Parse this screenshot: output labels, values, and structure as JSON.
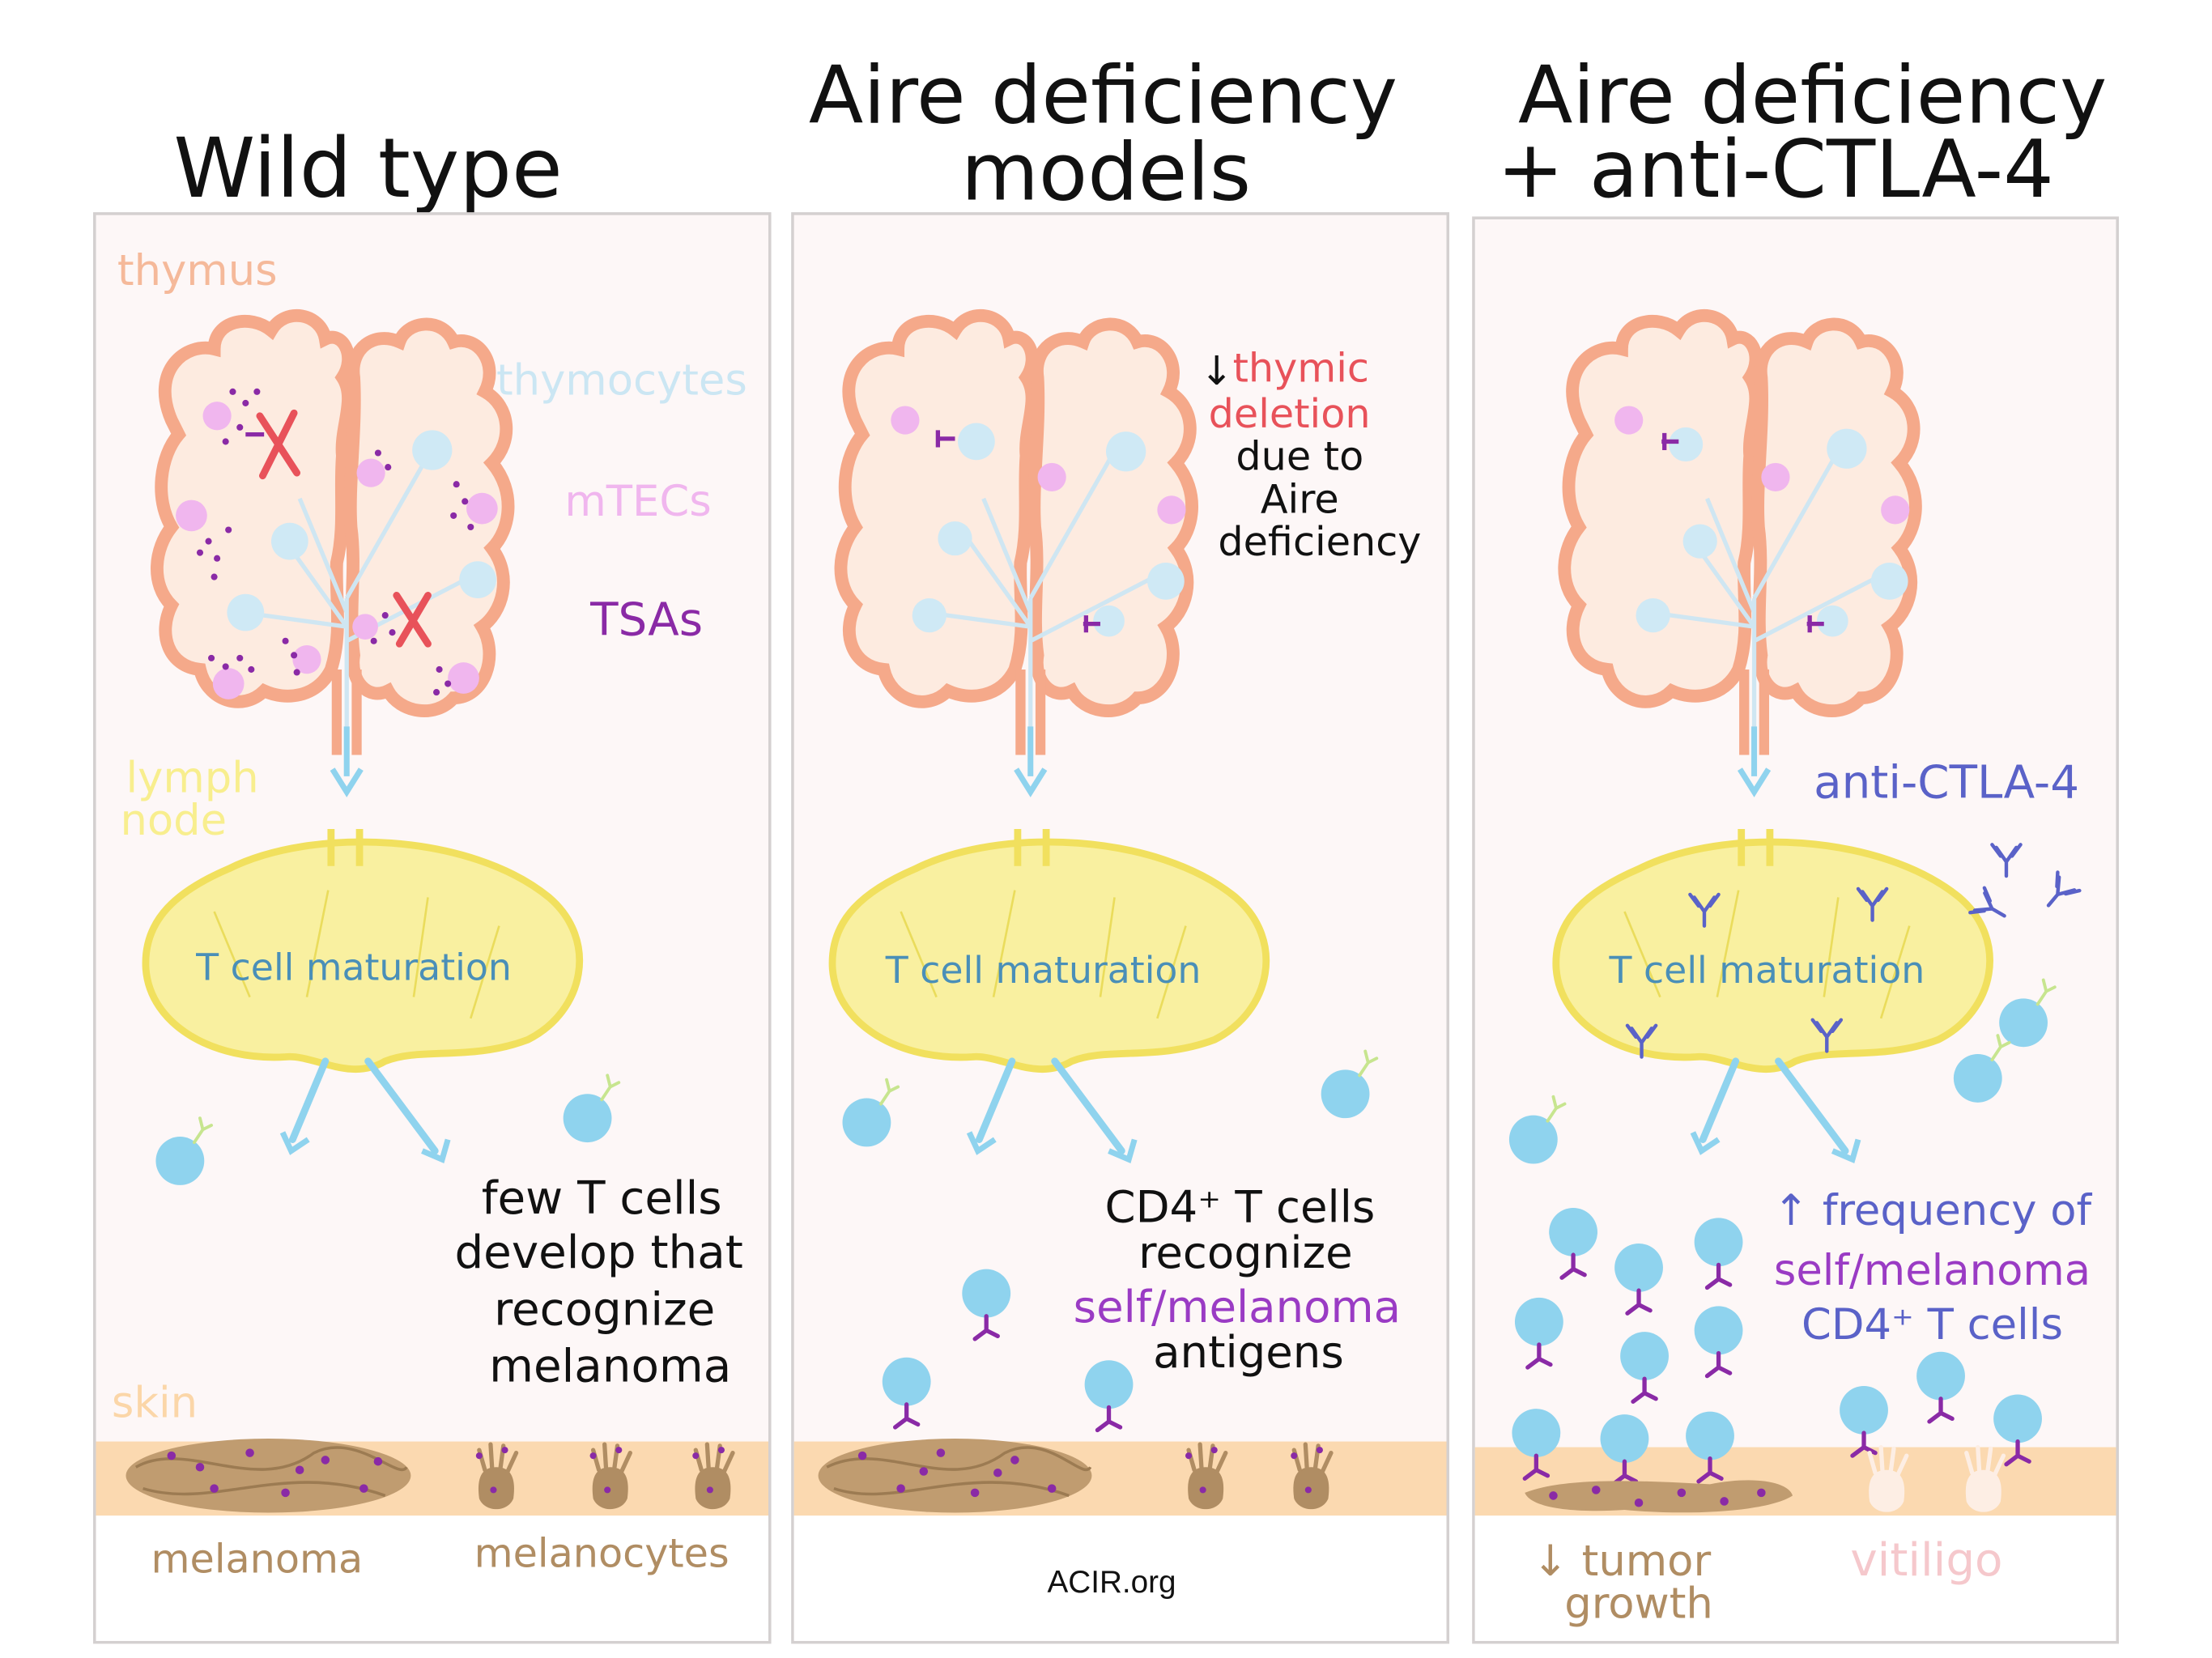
{
  "panels": [
    {
      "title_lines": [
        "Wild type"
      ],
      "labels": {
        "thymus": "thymus",
        "thymocytes": "thymocytes",
        "mtecs": "mTECs",
        "tsas": "TSAs",
        "lymph_node": [
          "lymph",
          "node"
        ],
        "maturation": "T cell maturation",
        "skin": "skin",
        "melanoma": "melanoma",
        "melanocytes": "melanocytes"
      },
      "note_lines": [
        "few T cells",
        "develop that",
        "recognize",
        "melanoma"
      ]
    },
    {
      "title_lines": [
        "Aire deficiency",
        "models"
      ],
      "labels": {
        "maturation": "T cell maturation",
        "thymic_arrow": "↓",
        "thymic_line1": "thymic",
        "thymic_line2": "deletion",
        "due_lines": [
          "due to",
          "Aire",
          "deficiency"
        ]
      },
      "note_lines": [
        "CD4⁺ T cells",
        "recognize",
        "self/melanoma",
        "antigens"
      ]
    },
    {
      "title_lines": [
        "Aire deficiency",
        "+ anti-CTLA-4"
      ],
      "labels": {
        "maturation": "T cell maturation",
        "anti_ctla4": "anti-CTLA-4",
        "tumor_growth": [
          "↓ tumor",
          "growth"
        ],
        "vitiligo": "vitiligo"
      },
      "note_lines": [
        "↑ frequency of",
        "self/melanoma",
        "CD4⁺ T cells"
      ]
    }
  ],
  "source": "ACIR.org",
  "colors": {
    "thymus": "#f5a98a",
    "thymus_fill": "#fdebe0",
    "thymocyte": "#8fd3ee",
    "mtec": "#f0b6ee",
    "tsa": "#8a2aa6",
    "lymph": "#f8ee8e",
    "lymph_stroke": "#f1e05e",
    "maturation_text": "#4a8fb8",
    "skin": "#fbd9b0",
    "melanoma": "#b08d63",
    "deletion_red": "#e8525a",
    "anti_ctla4": "#5a62c8",
    "vitiligo": "#f5c8cc",
    "panel_bg": "#fdf7f7"
  }
}
